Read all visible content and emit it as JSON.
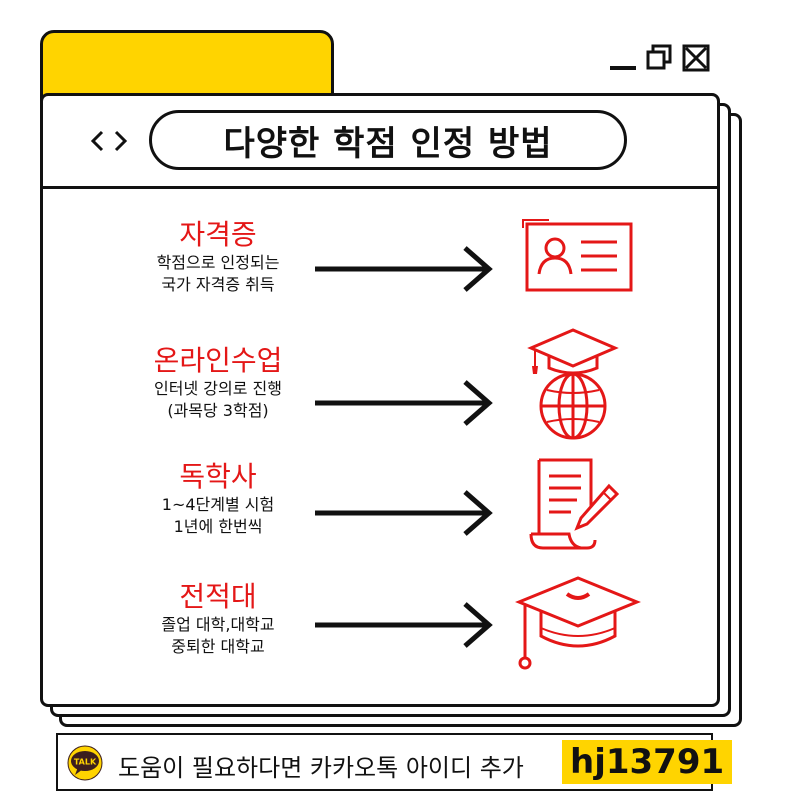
{
  "window": {
    "title": "다양한 학점 인정 방법"
  },
  "items": [
    {
      "heading": "자격증",
      "line1": "학점으로 인정되는",
      "line2": "국가 자격증 취득",
      "icon": "id-card-icon"
    },
    {
      "heading": "온라인수업",
      "line1": "인터넷 강의로 진행",
      "line2": "(과목당 3학점)",
      "icon": "graduation-globe-icon"
    },
    {
      "heading": "독학사",
      "line1": "1~4단계별 시험",
      "line2": "1년에 한번씩",
      "icon": "document-pen-icon"
    },
    {
      "heading": "전적대",
      "line1": "졸업 대학,대학교",
      "line2": "중퇴한 대학교",
      "icon": "graduation-cap-icon"
    }
  ],
  "footer": {
    "badge": "TALK",
    "text": "도움이 필요하다면 카카오톡 아이디 추가",
    "id": "hj13791"
  },
  "colors": {
    "accent_yellow": "#ffd400",
    "accent_red": "#e41717",
    "ink": "#111111"
  }
}
